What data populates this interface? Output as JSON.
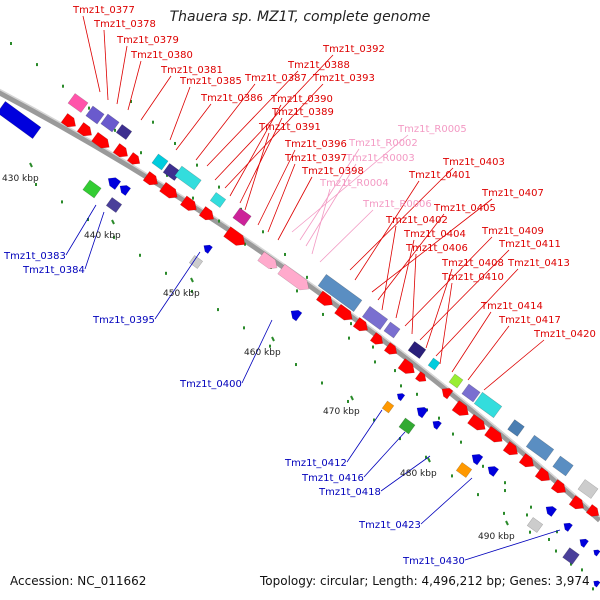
{
  "header": {
    "title": "Thauera sp. MZ1T, complete genome"
  },
  "footer": {
    "accession": "Accession: NC_011662",
    "summary": "Topology: circular; Length: 4,496,212 bp; Genes: 3,974"
  },
  "colors": {
    "forward_gene": "#ff0000",
    "rna_gene": "#ffaacc",
    "reverse_gene": "#0000dd",
    "backbone": "#999999",
    "top_label": "#dd0000",
    "rna_label": "#f39ac4",
    "bottom_label": "#0000bb"
  },
  "scale_labels": [
    "430 kbp",
    "440 kbp",
    "450 kbp",
    "460 kbp",
    "470 kbp",
    "480 kbp",
    "490 kbp"
  ],
  "top_labels": [
    "Tmz1t_0377",
    "Tmz1t_0378",
    "Tmz1t_0379",
    "Tmz1t_0380",
    "Tmz1t_0381",
    "Tmz1t_0385",
    "Tmz1t_0386",
    "Tmz1t_0387",
    "Tmz1t_0388",
    "Tmz1t_0392",
    "Tmz1t_0393",
    "Tmz1t_0390",
    "Tmz1t_0389",
    "Tmz1t_0391",
    "Tmz1t_0396",
    "Tmz1t_0397",
    "Tmz1t_0398",
    "Tmz1t_0403",
    "Tmz1t_0401",
    "Tmz1t_0407",
    "Tmz1t_0405",
    "Tmz1t_0402",
    "Tmz1t_0404",
    "Tmz1t_0409",
    "Tmz1t_0406",
    "Tmz1t_0411",
    "Tmz1t_0408",
    "Tmz1t_0413",
    "Tmz1t_0410",
    "Tmz1t_0414",
    "Tmz1t_0417",
    "Tmz1t_0420"
  ],
  "rna_labels": [
    "Tmz1t_R0005",
    "Tmz1t_R0002",
    "Tmz1t_R0003",
    "Tmz1t_R0004",
    "Tmz1t_R0006"
  ],
  "bottom_labels": [
    "Tmz1t_0383",
    "Tmz1t_0384",
    "Tmz1t_0395",
    "Tmz1t_0400",
    "Tmz1t_0412",
    "Tmz1t_0416",
    "Tmz1t_0418",
    "Tmz1t_0423",
    "Tmz1t_0430"
  ]
}
